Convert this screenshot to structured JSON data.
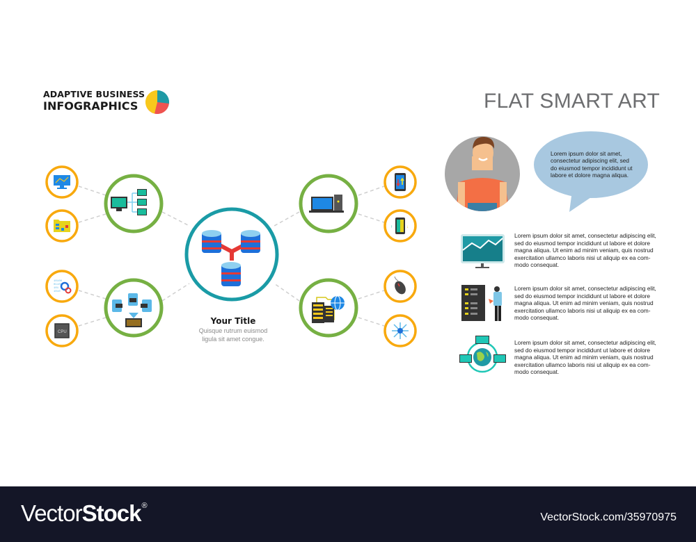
{
  "brand": {
    "line1": "ADAPTIVE BUSINESS",
    "line2": "INFOGRAPHICS",
    "pie_colors": [
      "#1f9aa5",
      "#ef5350",
      "#f8c81c"
    ]
  },
  "title": "FLAT SMART ART",
  "colors": {
    "center_ring": "#1a9ba6",
    "hub_ring": "#76b043",
    "leaf_ring": "#f8a90e",
    "connector": "#cfcfcf",
    "speech_bubble": "#a8c8e0",
    "avatar_bg": "#a7a7a7",
    "footer_bg": "#141627"
  },
  "diagram": {
    "center": {
      "icon": "database-network-icon",
      "title": "Your Title",
      "subtitle_line1": "Quisque rutrum euismod",
      "subtitle_line2": "ligula sit amet congue."
    },
    "hubs": [
      {
        "position": "top-left",
        "icon": "computer-network-icon",
        "leaves": [
          {
            "icon": "monitor-analytics-icon"
          },
          {
            "icon": "folder-flowchart-icon"
          }
        ]
      },
      {
        "position": "bottom-left",
        "icon": "data-servers-laptop-icon",
        "leaves": [
          {
            "icon": "binary-gears-icon"
          },
          {
            "icon": "cpu-chip-icon"
          }
        ]
      },
      {
        "position": "top-right",
        "icon": "laptop-tower-icon",
        "leaves": [
          {
            "icon": "phone-transfer-icon"
          },
          {
            "icon": "phone-sync-icon"
          }
        ]
      },
      {
        "position": "bottom-right",
        "icon": "server-globe-icon",
        "leaves": [
          {
            "icon": "computer-mouse-icon"
          },
          {
            "icon": "circuit-snowflake-icon"
          }
        ]
      }
    ]
  },
  "speech": {
    "text_lines": [
      "Lorem ipsum dolor sit amet,",
      "consectetur adipiscing elit, sed",
      "do eiusmod tempor incididunt ut",
      "labore et dolore magna aliqua."
    ]
  },
  "features": [
    {
      "icon": "monitor-chart-icon",
      "lines": [
        "Lorem ipsum dolor sit amet, consectetur adipiscing elit,",
        "sed do eiusmod tempor incididunt ut labore et dolore",
        "magna aliqua. Ut enim ad minim veniam, quis nostrud",
        "exercitation ullamco laboris nisi ut aliquip ex ea com-",
        "modo consequat."
      ]
    },
    {
      "icon": "server-rack-technician-icon",
      "lines": [
        "Lorem ipsum dolor sit amet, consectetur adipiscing elit,",
        "sed do eiusmod tempor incididunt ut labore et dolore",
        "magna aliqua. Ut enim ad minim veniam, quis nostrud",
        "exercitation ullamco laboris nisi ut aliquip ex ea com-",
        "modo consequat."
      ]
    },
    {
      "icon": "global-network-icon",
      "lines": [
        "Lorem ipsum dolor sit amet, consectetur adipiscing elit,",
        "sed do eiusmod tempor incididunt ut labore et dolore",
        "magna aliqua. Ut enim ad minim veniam, quis nostrud",
        "exercitation ullamco laboris nisi ut aliquip ex ea com-",
        "modo consequat."
      ]
    }
  ],
  "footer": {
    "logo_thin": "Vector",
    "logo_bold": "Stock",
    "logo_mark": "®",
    "url": "VectorStock.com/35970975"
  }
}
